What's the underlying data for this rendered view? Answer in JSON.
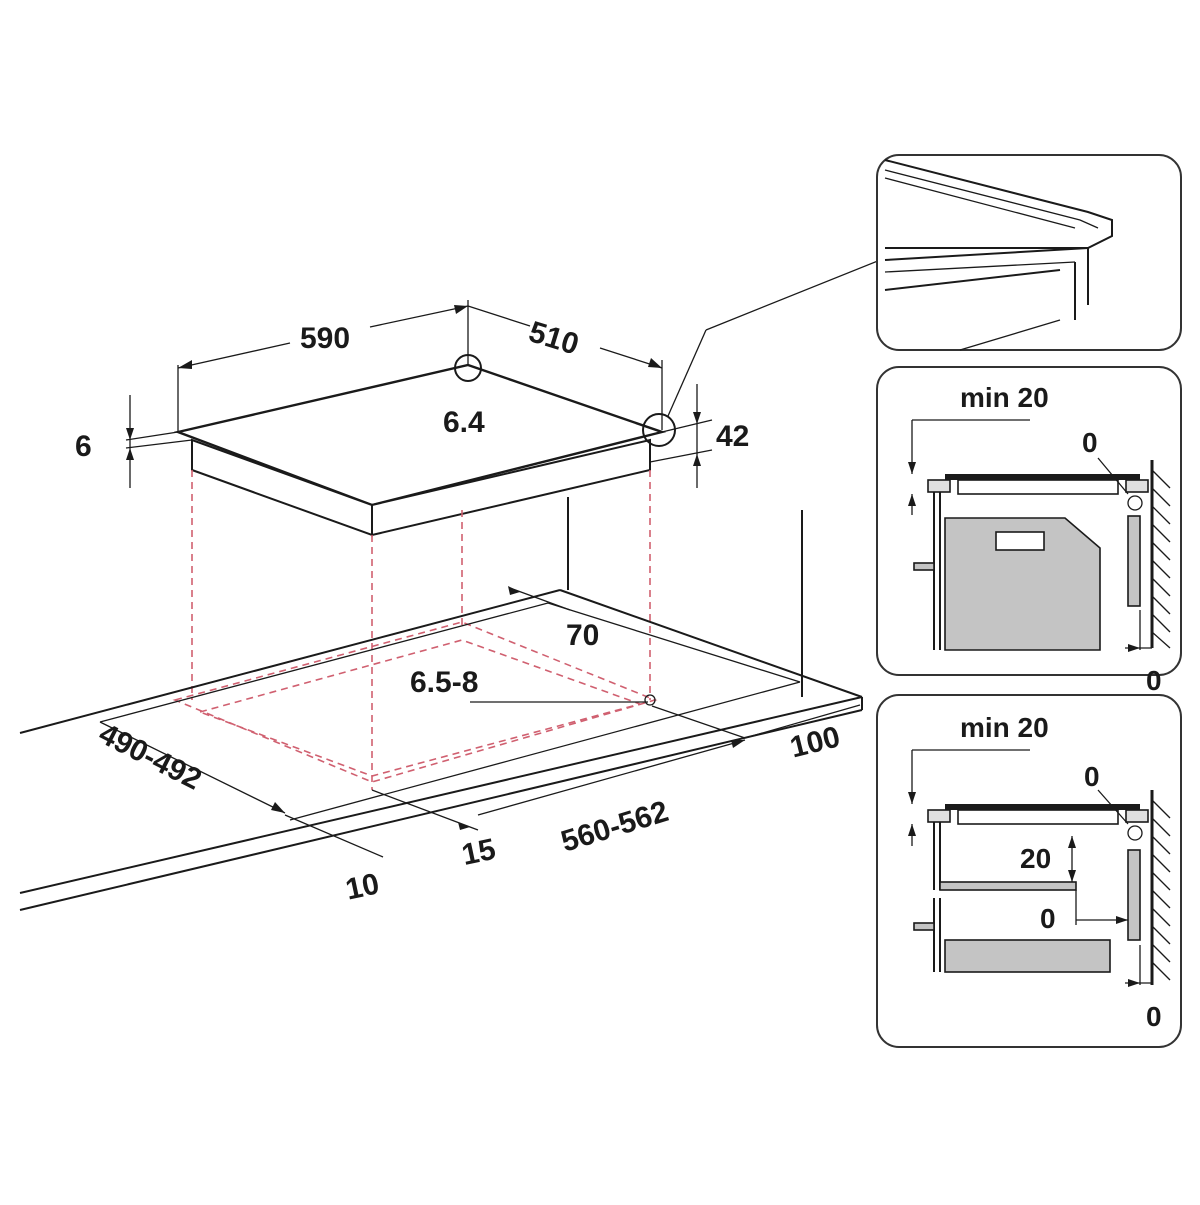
{
  "main_diagram": {
    "dim_590": "590",
    "dim_510": "510",
    "dim_6_4": "6.4",
    "dim_6": "6",
    "dim_42": "42",
    "dim_70": "70",
    "dim_6_5_8": "6.5-8",
    "dim_490_492": "490-492",
    "dim_560_562": "560-562",
    "dim_100": "100",
    "dim_15": "15",
    "dim_10": "10"
  },
  "detail_oven": {
    "min_label": "min 20",
    "gap_top": "0",
    "gap_bottom": "0"
  },
  "detail_drawer": {
    "min_label": "min 20",
    "gap_top": "0",
    "dim_20": "20",
    "gap_mid": "0",
    "gap_bottom": "0"
  },
  "colors": {
    "line": "#1a1a1a",
    "cutout_dashed": "#d06070",
    "fill_grey": "#c4c4c4"
  }
}
